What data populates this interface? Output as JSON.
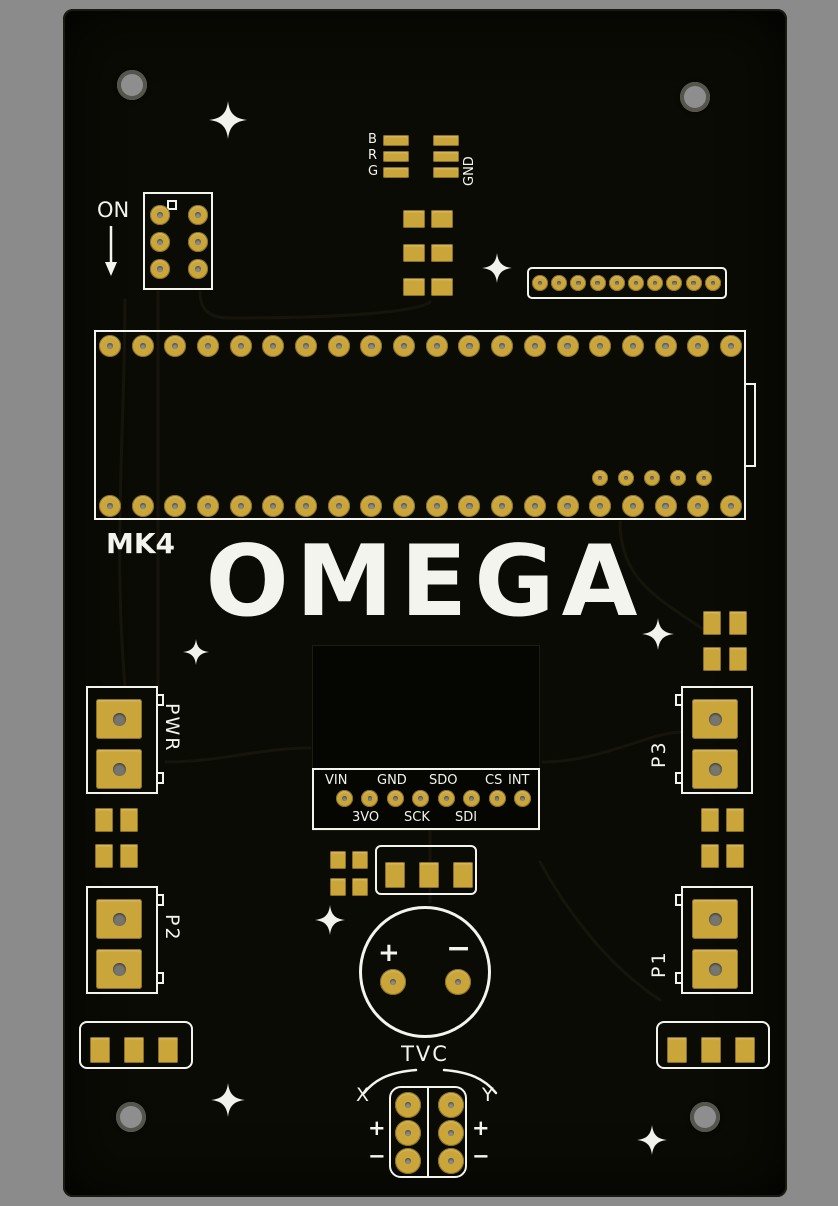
{
  "board": {
    "title": "OMEGA",
    "revision": "MK4"
  },
  "silkscreen": {
    "on": "ON",
    "rgb": {
      "b": "B",
      "r": "R",
      "g": "G",
      "gnd": "GND"
    },
    "connectors": {
      "pwr": "PWR",
      "p1": "P1",
      "p2": "P2",
      "p3": "P3"
    },
    "buzzer": {
      "plus": "+",
      "minus": "−"
    },
    "tvc": {
      "label": "TVC",
      "x": "X",
      "y": "Y",
      "left_plus": "+",
      "left_minus": "−",
      "right_plus": "+",
      "right_minus": "−"
    }
  },
  "module": {
    "pins_top": [
      "VIN",
      "GND",
      "SDO",
      "CS",
      "INT"
    ],
    "pins_bottom": [
      "3VO",
      "SCK",
      "SDI"
    ]
  },
  "colors": {
    "background": "#8b8b8b",
    "board": "#0b0b05",
    "pad_gold": "#c9a53a",
    "silkscreen": "#f4f4ee",
    "hole_gray": "#8f8f8f"
  }
}
